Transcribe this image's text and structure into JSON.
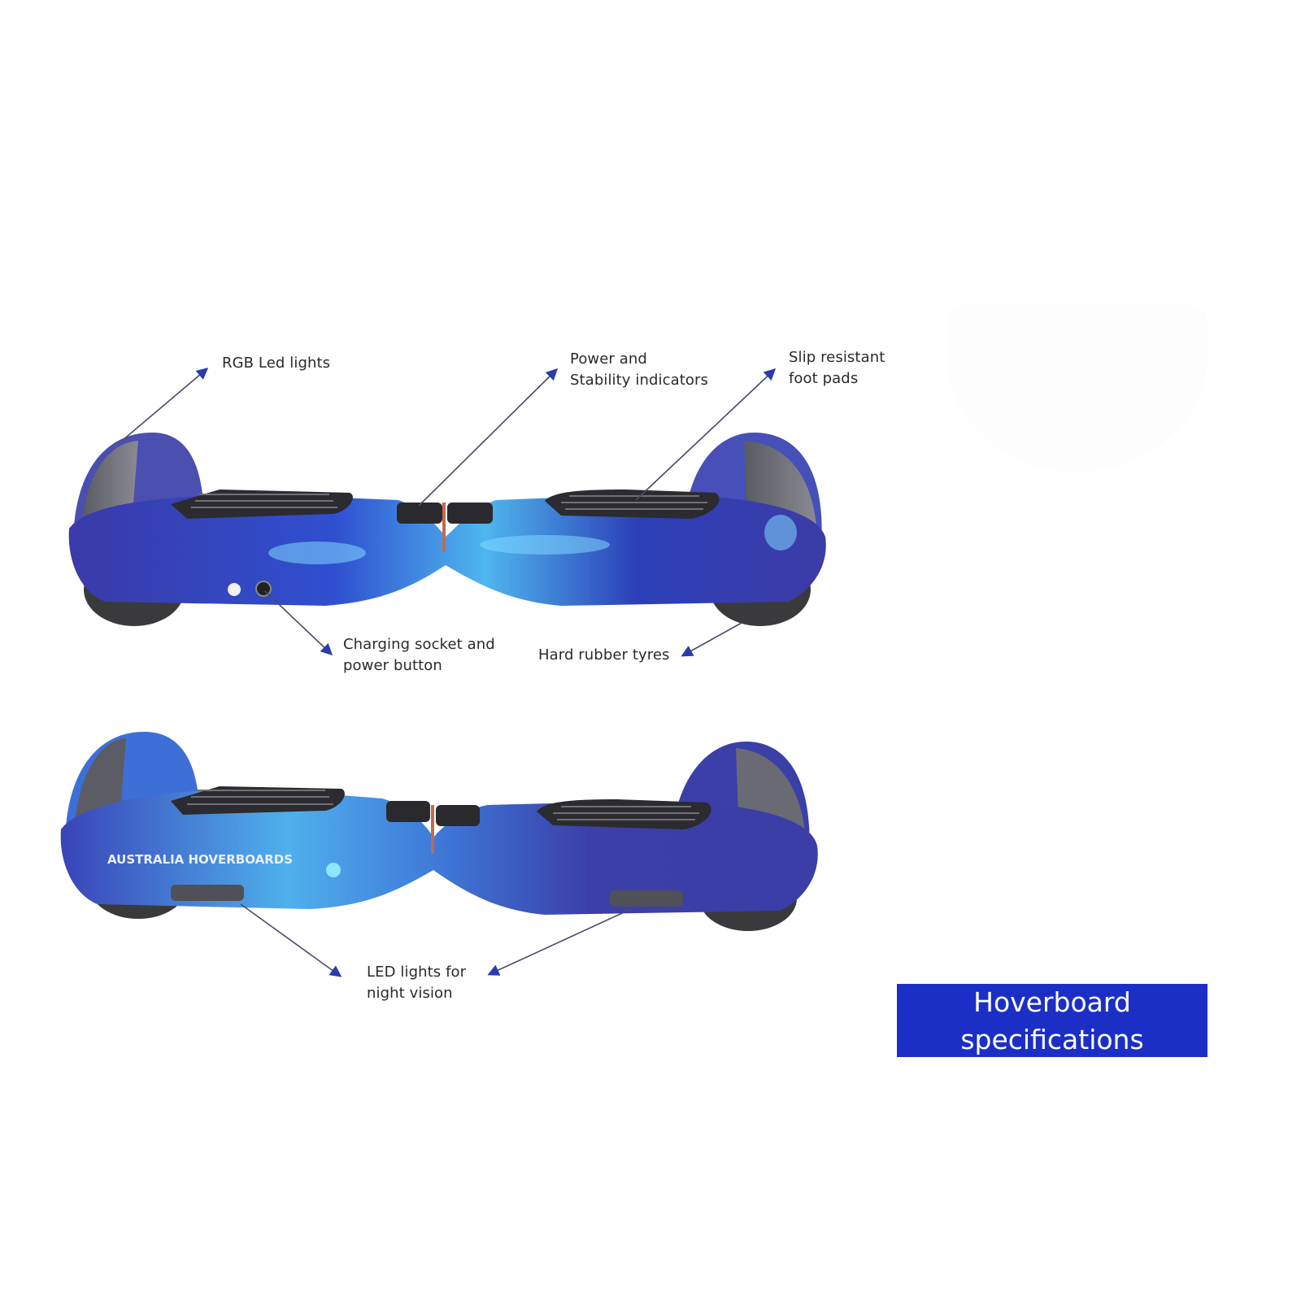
{
  "title": "Hoverboard specifications",
  "banner": {
    "line1": "Hoverboard",
    "line2": "specifications",
    "bg_color": "#1b2fc6",
    "text_color": "#ffffff"
  },
  "product": {
    "brand_print": "AUSTRALIA HOVERBOARDS",
    "body_color": "#3b3fa8",
    "accent_color": "#4fc3f7",
    "tyre_color": "#3a3a3a"
  },
  "annotations": [
    {
      "id": "rgb-led-lights",
      "lines": [
        "RGB Led lights"
      ]
    },
    {
      "id": "power-stability-indicators",
      "lines": [
        "Power and",
        "Stability indicators"
      ]
    },
    {
      "id": "slip-resistant-foot-pads",
      "lines": [
        "Slip resistant",
        "foot pads"
      ]
    },
    {
      "id": "charging-socket-power-button",
      "lines": [
        "Charging socket and",
        "power button"
      ]
    },
    {
      "id": "hard-rubber-tyres",
      "lines": [
        "Hard rubber tyres"
      ]
    },
    {
      "id": "led-lights-night-vision",
      "lines": [
        "LED lights for",
        "night vision"
      ]
    }
  ],
  "arrow_color": "#2a3bb0"
}
